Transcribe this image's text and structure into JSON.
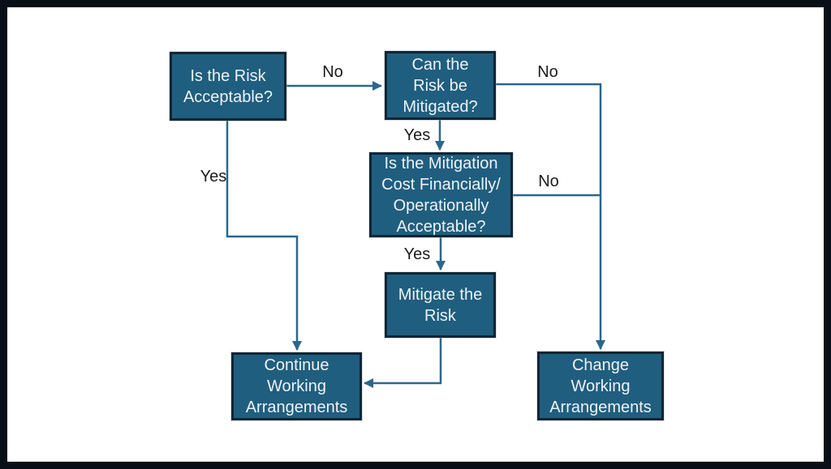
{
  "diagram": {
    "type": "flowchart",
    "topic": "Risk acceptance and mitigation decision flow",
    "colors": {
      "node_fill": "#1f5e7e",
      "node_border": "#0e2636",
      "node_text": "#eef2f5",
      "connector": "#2a678c",
      "edge_label_text": "#1c1c1c",
      "frame": "#0a0e16",
      "background": "#ffffff"
    },
    "nodes": [
      {
        "id": "risk-acceptable",
        "label": "Is the Risk\nAcceptable?"
      },
      {
        "id": "risk-mitigated",
        "label": "Can the\nRisk be\nMitigated?"
      },
      {
        "id": "mitigation-cost-acceptable",
        "label": "Is the Mitigation\nCost Financially/\nOperationally\nAcceptable?"
      },
      {
        "id": "mitigate-risk",
        "label": "Mitigate the\nRisk"
      },
      {
        "id": "continue-working",
        "label": "Continue\nWorking\nArrangements"
      },
      {
        "id": "change-working",
        "label": "Change\nWorking\nArrangements"
      }
    ],
    "edges": [
      {
        "from": "risk-acceptable",
        "to": "risk-mitigated",
        "label": "No"
      },
      {
        "from": "risk-mitigated",
        "to": "mitigation-cost-acceptable",
        "label": "Yes"
      },
      {
        "from": "risk-mitigated",
        "to": "change-working",
        "label": "No"
      },
      {
        "from": "mitigation-cost-acceptable",
        "to": "mitigate-risk",
        "label": "Yes"
      },
      {
        "from": "mitigation-cost-acceptable",
        "to": "change-working",
        "label": "No"
      },
      {
        "from": "mitigate-risk",
        "to": "continue-working",
        "label": ""
      },
      {
        "from": "risk-acceptable",
        "to": "continue-working",
        "label": "Yes"
      }
    ]
  }
}
